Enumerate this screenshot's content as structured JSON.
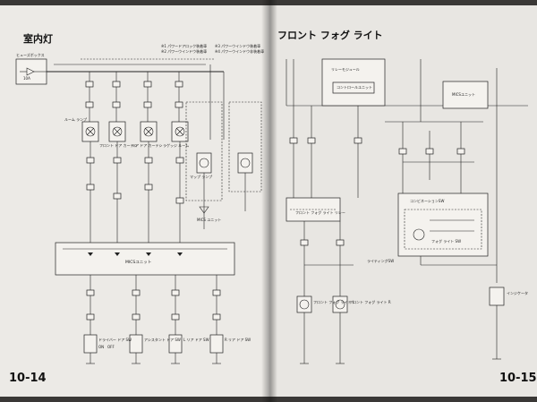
{
  "left_page": {
    "title": "室内灯",
    "page_number": "10-14",
    "legend": [
      "※1 パワードアロック装着車",
      "※2 パワーウインドウ装着車",
      "※3 パワーウインドウ装着車",
      "※4 パワーウインドウ非装着車"
    ],
    "fuse_label": "ヒューズボックス",
    "fuse_rating": "10A",
    "lamp_labels": [
      "ルーム ランプ",
      "フロント ドア カーテシ",
      "リア ドア カーテシ",
      "ラゲッジ ルーム",
      "マップ ランプ"
    ],
    "unit_label": "MICSユニット",
    "mics_label": "MICS ユニット",
    "switch_labels": [
      "ドライバー ドア SW",
      "アシスタント ドア SW",
      "L リア ドア SW",
      "R リア ドア SW"
    ],
    "connector_labels": [
      "ON",
      "OFF"
    ]
  },
  "right_page": {
    "title": "フロント フォグ ライト",
    "page_number": "10-15",
    "relay_module_label": "リレーモジュール",
    "control_unit_label": "コントロールユニット",
    "mics_unit_label": "MICSユニット",
    "fog_relay_label": "フロント フォグ ライト リレー",
    "combination_sw_label": "コンビネーションSW",
    "lighting_sw_label": "ライティングSW",
    "fog_sw_label": "フォグ ライト SW",
    "indicator_label": "インジケータ",
    "lamp_labels": [
      "フロント フォグ ライト L",
      "フロント フォグ ライト R"
    ]
  },
  "colors": {
    "paper_left": "#eceae6",
    "paper_right": "#e8e6e2",
    "ink": "#222222",
    "background": "#3a3836"
  }
}
